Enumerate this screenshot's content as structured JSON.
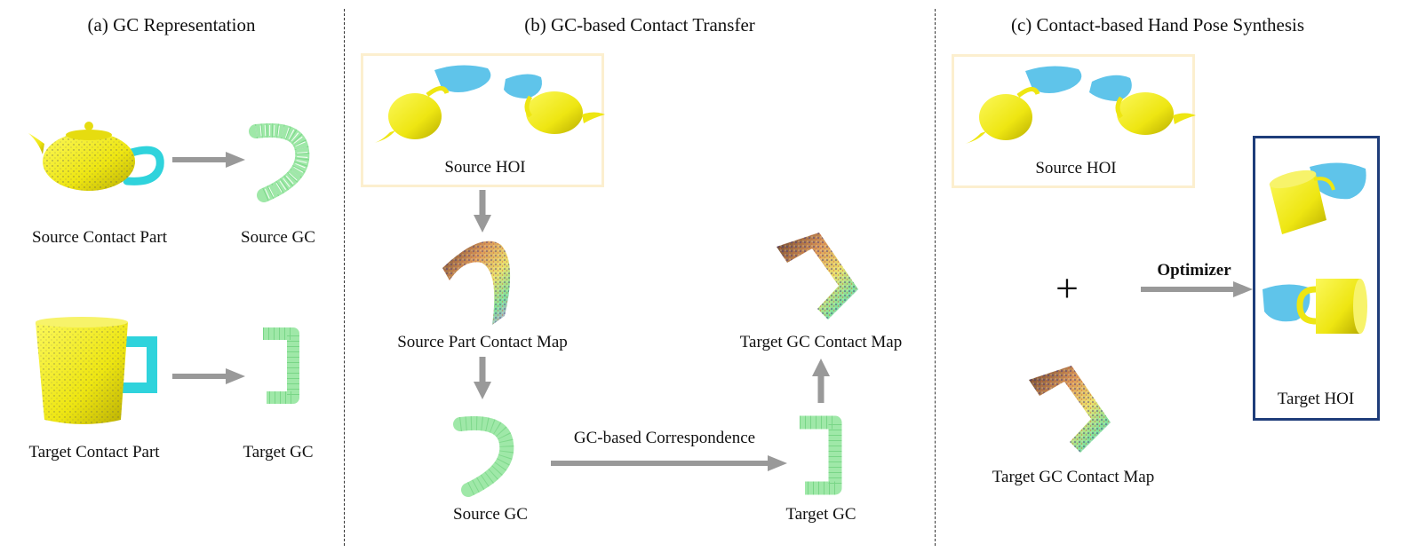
{
  "panel_a": {
    "title": "(a) GC Representation",
    "source_part_label": "Source Contact Part",
    "source_gc_label": "Source GC",
    "target_part_label": "Target Contact Part",
    "target_gc_label": "Target GC"
  },
  "panel_b": {
    "title": "(b) GC-based Contact Transfer",
    "source_hoi_label": "Source HOI",
    "source_contact_map_label": "Source Part Contact Map",
    "target_contact_map_label": "Target GC Contact Map",
    "correspondence_label": "GC-based Correspondence",
    "source_gc_label": "Source GC",
    "target_gc_label": "Target GC"
  },
  "panel_c": {
    "title": "(c) Contact-based Hand Pose Synthesis",
    "source_hoi_label": "Source HOI",
    "plus_symbol": "+",
    "optimizer_label": "Optimizer",
    "target_contact_map_label": "Target GC Contact Map",
    "target_hoi_label": "Target HOI"
  },
  "colors": {
    "object_yellow": "#f2ee16",
    "handle_cyan": "#2fd3dc",
    "hand_blue": "#5fc4ea",
    "gc_green": "#8fe89a",
    "arrow_gray": "#999999",
    "hoi_box_border": "#fcefcf",
    "target_box_border": "#1f3d7a"
  }
}
